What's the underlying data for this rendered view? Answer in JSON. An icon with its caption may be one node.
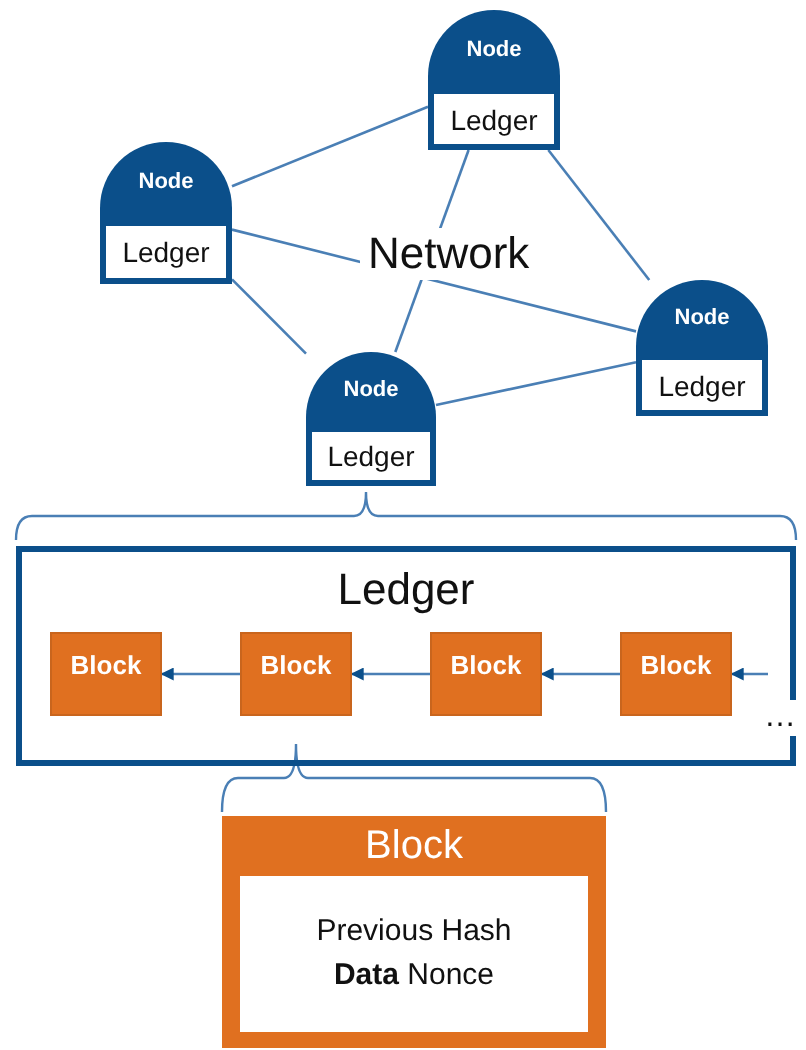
{
  "diagram": {
    "nodes": [
      {
        "text": [
          "Node",
          "Ledger"
        ]
      },
      {
        "text": [
          "Node",
          "Ledger"
        ]
      },
      {
        "text": [
          "Node",
          "Ledger"
        ]
      },
      {
        "text": [
          "Node",
          "Ledger"
        ]
      },
      {
        "text": [
          "Ledger"
        ]
      },
      {
        "text": [
          "Block"
        ],
        "in": 4
      },
      {
        "text": [
          "Block"
        ],
        "in": 4
      },
      {
        "text": [
          "Block"
        ],
        "in": 4
      },
      {
        "text": [
          "Block"
        ],
        "in": 4
      },
      {
        "text": [
          "Block"
        ]
      },
      {
        "text": [
          "Previous Hash **Data** Nonce"
        ],
        "in": 9
      }
    ],
    "edges": [
      {
        "from": 0,
        "to": 1,
        "arrow": "none"
      },
      {
        "from": 0,
        "to": 2,
        "arrow": "none"
      },
      {
        "from": 0,
        "to": 3,
        "arrow": "none"
      },
      {
        "from": 1,
        "to": 2,
        "arrow": "none"
      },
      {
        "from": 1,
        "to": 3,
        "arrow": "none"
      },
      {
        "from": 3,
        "to": 2,
        "arrow": "none"
      },
      {
        "from": 6,
        "to": 5,
        "arrow": "to"
      },
      {
        "from": 7,
        "to": 6,
        "arrow": "to"
      },
      {
        "from": 8,
        "to": 7,
        "arrow": "to"
      },
      {
        "from": null,
        "to": 8,
        "arrow": "to"
      }
    ],
    "labels": [
      "Network",
      "…"
    ]
  }
}
